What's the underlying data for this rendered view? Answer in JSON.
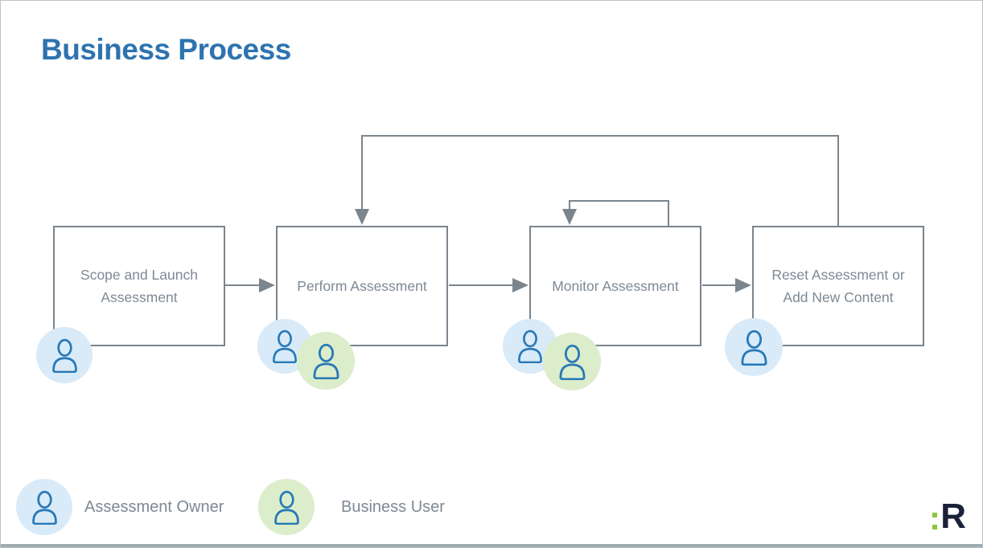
{
  "title": "Business Process",
  "process": {
    "steps": [
      {
        "label": "Scope and Launch Assessment",
        "roles": [
          "Assessment Owner"
        ]
      },
      {
        "label": "Perform Assessment",
        "roles": [
          "Assessment Owner",
          "Business User"
        ]
      },
      {
        "label": "Monitor Assessment",
        "roles": [
          "Assessment Owner",
          "Business User"
        ]
      },
      {
        "label": "Reset Assessment or Add New Content",
        "roles": [
          "Assessment Owner"
        ]
      }
    ],
    "connections": [
      {
        "from": "Scope and Launch Assessment",
        "to": "Perform Assessment",
        "type": "forward"
      },
      {
        "from": "Perform Assessment",
        "to": "Monitor Assessment",
        "type": "forward"
      },
      {
        "from": "Monitor Assessment",
        "to": "Reset Assessment or Add New Content",
        "type": "forward"
      },
      {
        "from": "Reset Assessment or Add New Content",
        "to": "Perform Assessment",
        "type": "feedback-loop"
      },
      {
        "from": "Monitor Assessment",
        "to": "Monitor Assessment",
        "type": "self-loop"
      }
    ]
  },
  "legend": {
    "items": [
      {
        "label": "Assessment Owner",
        "badge_color": "#d9eaf8"
      },
      {
        "label": "Business User",
        "badge_color": "#dcedcb"
      }
    ]
  },
  "logo": {
    "colon": ":",
    "letter": "R",
    "accent_color": "#8dc63f",
    "letter_color": "#1a2238"
  },
  "colors": {
    "title": "#2e73af",
    "box_border": "#7b858e",
    "box_text": "#7e8994",
    "connector": "#7b858e",
    "person_stroke": "#2879b7",
    "owner_fill": "#d9eaf8",
    "user_fill": "#dcedcb",
    "bottom_bar": "#9faab1"
  }
}
